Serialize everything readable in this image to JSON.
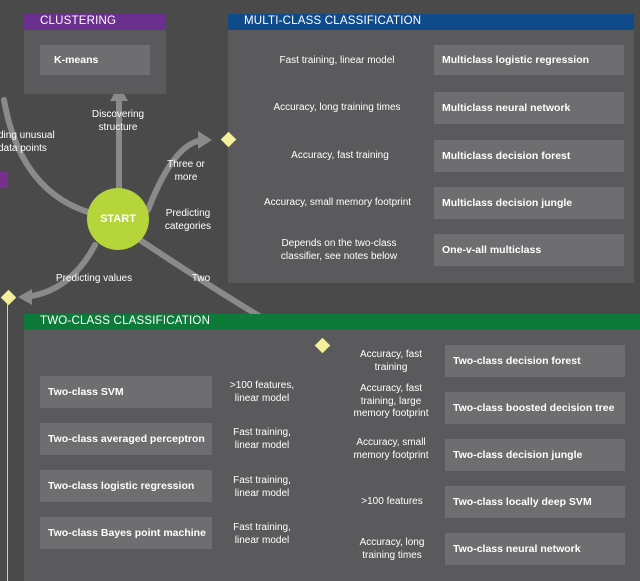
{
  "colors": {
    "background": "#4a4a4a",
    "panel": "#5a5a5c",
    "box": "#6e6e70",
    "clustering_header": "#6b2f8f",
    "multiclass_header": "#0f4a8a",
    "twoclass_header": "#0e7a3a",
    "start_node": "#b6d53a",
    "diamond": "#f3ef9f",
    "connector": "#cfcfcf"
  },
  "clustering": {
    "title": "CLUSTERING",
    "algorithm": "K-means"
  },
  "multiclass": {
    "title": "MULTI-CLASS CLASSIFICATION",
    "rows": [
      {
        "criterion": "Fast training, linear model",
        "algorithm": "Multiclass logistic regression"
      },
      {
        "criterion": "Accuracy, long training times",
        "algorithm": "Multiclass neural network"
      },
      {
        "criterion": "Accuracy, fast training",
        "algorithm": "Multiclass decision forest"
      },
      {
        "criterion": "Accuracy, small memory footprint",
        "algorithm": "Multiclass decision jungle"
      },
      {
        "criterion": "Depends on the two-class classifier, see notes below",
        "algorithm": "One-v-all multiclass"
      }
    ]
  },
  "twoclass": {
    "title": "TWO-CLASS CLASSIFICATION",
    "left_rows": [
      {
        "algorithm": "Two-class SVM",
        "criterion": ">100 features, linear model"
      },
      {
        "algorithm": "Two-class averaged perceptron",
        "criterion": "Fast training, linear model"
      },
      {
        "algorithm": "Two-class logistic regression",
        "criterion": "Fast training, linear model"
      },
      {
        "algorithm": "Two-class Bayes point machine",
        "criterion": "Fast training, linear model"
      }
    ],
    "right_rows": [
      {
        "criterion": "Accuracy, fast training",
        "algorithm": "Two-class decision forest"
      },
      {
        "criterion": "Accuracy, fast training, large memory footprint",
        "algorithm": "Two-class boosted decision tree"
      },
      {
        "criterion": "Accuracy, small memory footprint",
        "algorithm": "Two-class decision jungle"
      },
      {
        "criterion": ">100 features",
        "algorithm": "Two-class locally deep SVM"
      },
      {
        "criterion": "Accuracy, long training times",
        "algorithm": "Two-class neural network"
      }
    ]
  },
  "flow": {
    "start": "START",
    "discovering_structure": "Discovering structure",
    "finding_unusual": "ding unusual data points",
    "predicting_categories": "Predicting categories",
    "predicting_values": "Predicting values",
    "three_or_more": "Three or more",
    "two": "Two"
  }
}
